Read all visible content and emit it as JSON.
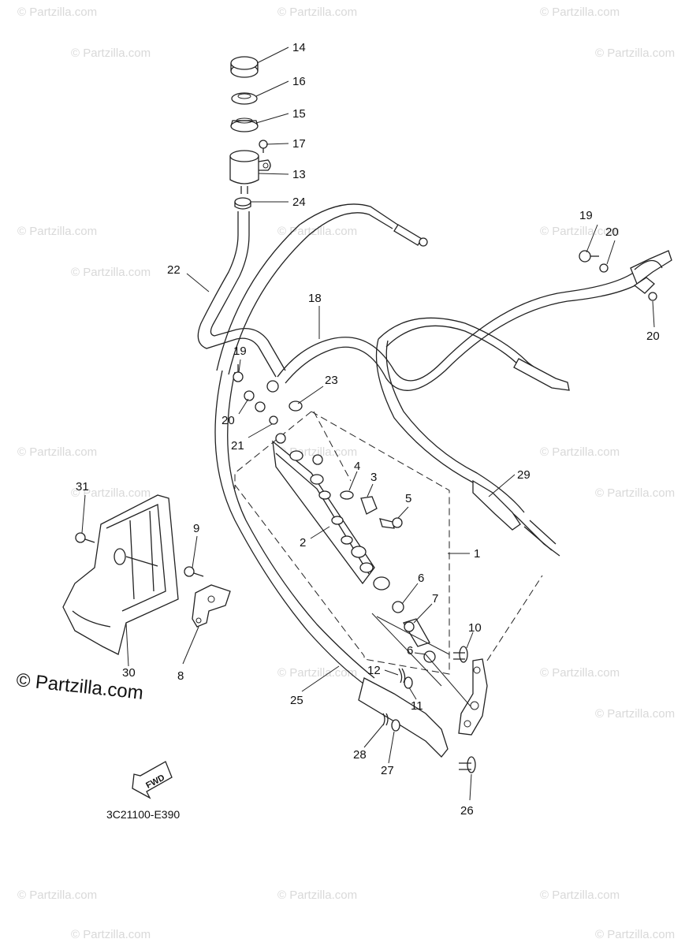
{
  "watermark": {
    "text": "© Partzilla.com"
  },
  "logo": {
    "text": "© Partzilla.com"
  },
  "diagram_code": "3C21100-E390",
  "fwd_label": "FWD",
  "callouts": [
    {
      "id": "c14",
      "label": "14"
    },
    {
      "id": "c16",
      "label": "16"
    },
    {
      "id": "c15",
      "label": "15"
    },
    {
      "id": "c17",
      "label": "17"
    },
    {
      "id": "c13",
      "label": "13"
    },
    {
      "id": "c24",
      "label": "24"
    },
    {
      "id": "c22",
      "label": "22"
    },
    {
      "id": "c18",
      "label": "18"
    },
    {
      "id": "c19a",
      "label": "19"
    },
    {
      "id": "c20a",
      "label": "20"
    },
    {
      "id": "c20b",
      "label": "20"
    },
    {
      "id": "c19b",
      "label": "19"
    },
    {
      "id": "c20c",
      "label": "20"
    },
    {
      "id": "c23",
      "label": "23"
    },
    {
      "id": "c21",
      "label": "21"
    },
    {
      "id": "c4",
      "label": "4"
    },
    {
      "id": "c3",
      "label": "3"
    },
    {
      "id": "c5",
      "label": "5"
    },
    {
      "id": "c29",
      "label": "29"
    },
    {
      "id": "c2",
      "label": "2"
    },
    {
      "id": "c1",
      "label": "1"
    },
    {
      "id": "c31",
      "label": "31"
    },
    {
      "id": "c9",
      "label": "9"
    },
    {
      "id": "c6a",
      "label": "6"
    },
    {
      "id": "c7",
      "label": "7"
    },
    {
      "id": "c10",
      "label": "10"
    },
    {
      "id": "c6b",
      "label": "6"
    },
    {
      "id": "c12",
      "label": "12"
    },
    {
      "id": "c11",
      "label": "11"
    },
    {
      "id": "c30",
      "label": "30"
    },
    {
      "id": "c8",
      "label": "8"
    },
    {
      "id": "c25",
      "label": "25"
    },
    {
      "id": "c28",
      "label": "28"
    },
    {
      "id": "c27",
      "label": "27"
    },
    {
      "id": "c26",
      "label": "26"
    }
  ]
}
